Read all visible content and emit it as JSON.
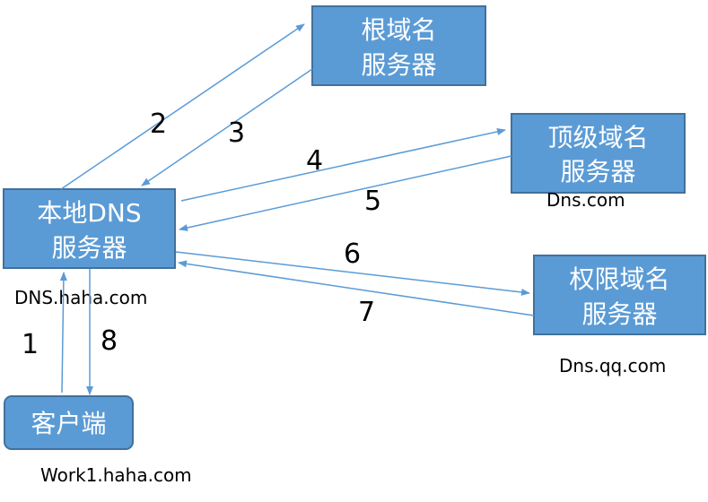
{
  "colors": {
    "box_fill": "#5b9bd5",
    "box_stroke": "#41719c",
    "arrow": "#5b9bd5"
  },
  "nodes": {
    "root": {
      "line1": "根域名",
      "line2": "服务器"
    },
    "tld": {
      "line1": "顶级域名",
      "line2": "服务器",
      "caption": "Dns.com"
    },
    "local": {
      "line1": "本地DNS",
      "line2": "服务器",
      "caption": "DNS.haha.com"
    },
    "authoritative": {
      "line1": "权限域名",
      "line2": "服务器",
      "caption": "Dns.qq.com"
    },
    "client": {
      "label": "客户端",
      "caption": "Work1.haha.com"
    }
  },
  "steps": [
    "1",
    "2",
    "3",
    "4",
    "5",
    "6",
    "7",
    "8"
  ]
}
